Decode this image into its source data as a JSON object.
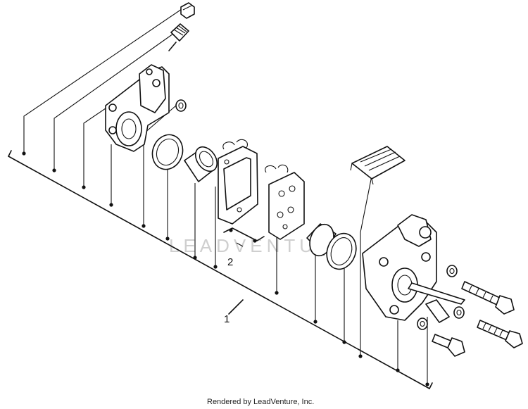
{
  "callouts": {
    "assembly": "1",
    "pad_set": "2"
  },
  "watermark": "LEADVENTURE",
  "credit": "Rendered by LeadVenture, Inc."
}
